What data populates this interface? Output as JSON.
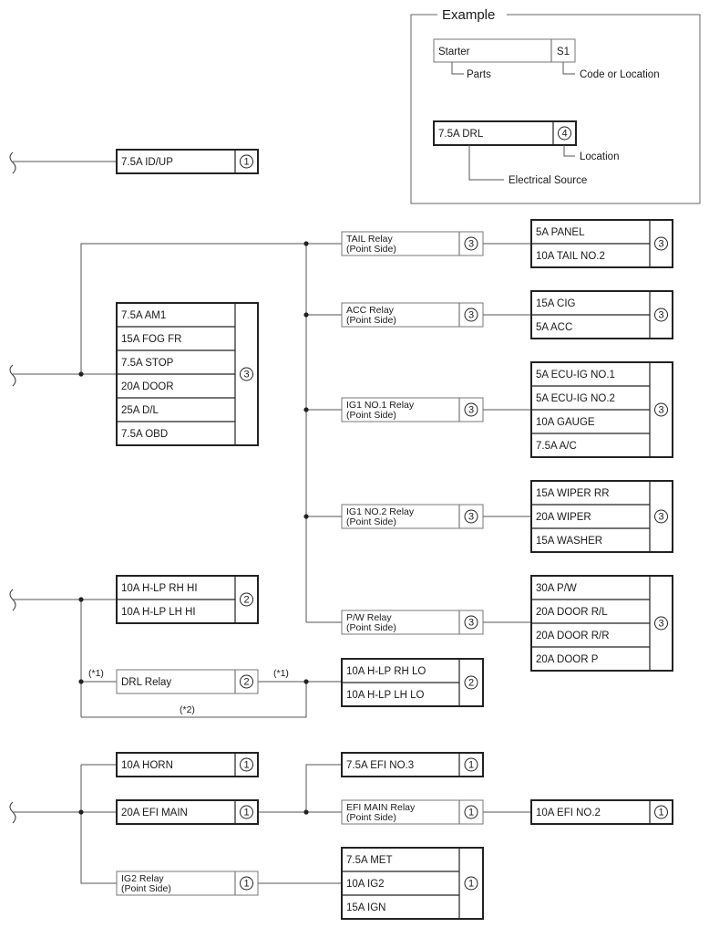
{
  "legend": {
    "title": "Example",
    "parts_example": "Starter",
    "parts_code": "S1",
    "parts_caption": "Parts",
    "code_caption": "Code or Location",
    "source_example": "7.5A DRL",
    "source_location": "4",
    "location_caption": "Location",
    "source_caption": "Electrical Source"
  },
  "notes": {
    "n1a": "(*1)",
    "n1b": "(*1)",
    "n2": "(*2)"
  },
  "fuses": {
    "id_up": "7.5A ID/UP",
    "am1": "7.5A AM1",
    "fog_fr": "15A FOG FR",
    "stop": "7.5A STOP",
    "door": "20A DOOR",
    "dl": "25A D/L",
    "obd": "7.5A OBD",
    "hlp_rh_hi": "10A H-LP RH HI",
    "hlp_lh_hi": "10A H-LP LH HI",
    "hlp_rh_lo": "10A H-LP RH LO",
    "hlp_lh_lo": "10A H-LP LH LO",
    "panel": "5A PANEL",
    "tail_no2": "10A TAIL NO.2",
    "cig": "15A CIG",
    "acc": "5A ACC",
    "ecu_ig_no1": "5A ECU-IG NO.1",
    "ecu_ig_no2": "5A ECU-IG NO.2",
    "gauge": "10A GAUGE",
    "ac": "7.5A A/C",
    "wiper_rr": "15A WIPER RR",
    "wiper": "20A WIPER",
    "washer": "15A WASHER",
    "pw": "30A P/W",
    "door_rl": "20A DOOR R/L",
    "door_rr": "20A DOOR R/R",
    "door_p": "20A DOOR P",
    "horn": "10A HORN",
    "efi_main": "20A EFI MAIN",
    "efi_no3": "7.5A EFI NO.3",
    "efi_no2": "10A EFI NO.2",
    "met": "7.5A MET",
    "ig2": "10A IG2",
    "ign": "15A IGN"
  },
  "relays": {
    "tail": [
      "TAIL Relay",
      "(Point Side)"
    ],
    "acc": [
      "ACC Relay",
      "(Point Side)"
    ],
    "ig1_no1": [
      "IG1 NO.1 Relay",
      "(Point Side)"
    ],
    "ig1_no2": [
      "IG1 NO.2 Relay",
      "(Point Side)"
    ],
    "pw": [
      "P/W Relay",
      "(Point Side)"
    ],
    "drl": "DRL Relay",
    "efi_main": [
      "EFI MAIN Relay",
      "(Point Side)"
    ],
    "ig2": [
      "IG2 Relay",
      "(Point Side)"
    ]
  },
  "locations": {
    "id_up": "1",
    "am1_group": "3",
    "hlp_hi_group": "2",
    "drl": "2",
    "hlp_lo_group": "2",
    "tail": "3",
    "tail_out": "3",
    "acc": "3",
    "acc_out": "3",
    "ig1_no1": "3",
    "ig1_no1_out": "3",
    "ig1_no2": "3",
    "ig1_no2_out": "3",
    "pw": "3",
    "pw_out": "3",
    "horn": "1",
    "efi_main": "1",
    "ig2": "1",
    "efi_no3": "1",
    "efi_main_relay": "1",
    "efi_no2": "1",
    "met_group": "1"
  }
}
